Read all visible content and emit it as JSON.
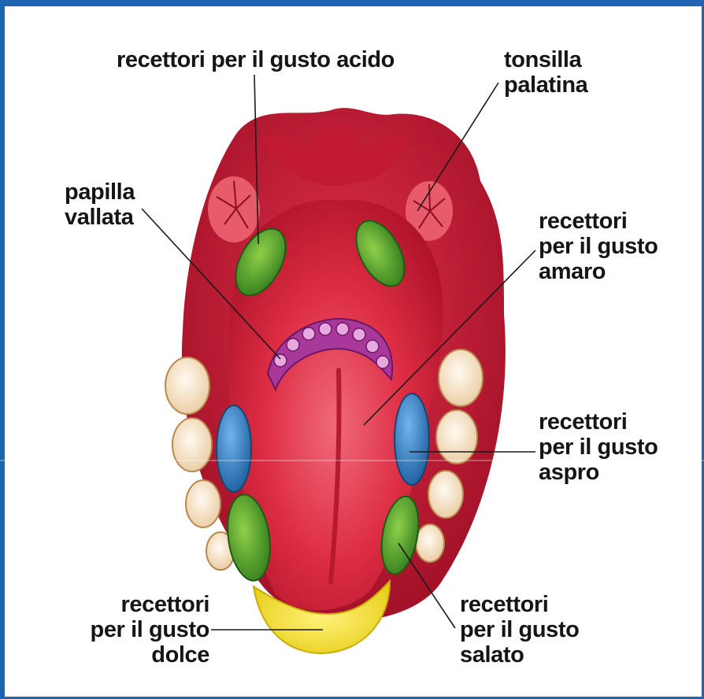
{
  "labels": {
    "acido": "recettori per il gusto acido",
    "tonsilla": "tonsilla\npalatina",
    "papilla": "papilla\nvallata",
    "amaro": "recettori\nper il gusto\namaro",
    "aspro": "recettori\nper il gusto\naspro",
    "dolce": "recettori\nper il gusto\ndolce",
    "salato": "recettori\nper il gusto\nsalato"
  },
  "colors": {
    "frame": "#1f63b5",
    "tongue": "#d9233a",
    "acido_zone": "#4a9a2a",
    "amaro_zone": "#a03a95",
    "aspro_zone": "#2f7fc0",
    "salato_zone": "#2e8a2a",
    "dolce_zone": "#f3e21c",
    "teeth": "#f6e2c4"
  }
}
